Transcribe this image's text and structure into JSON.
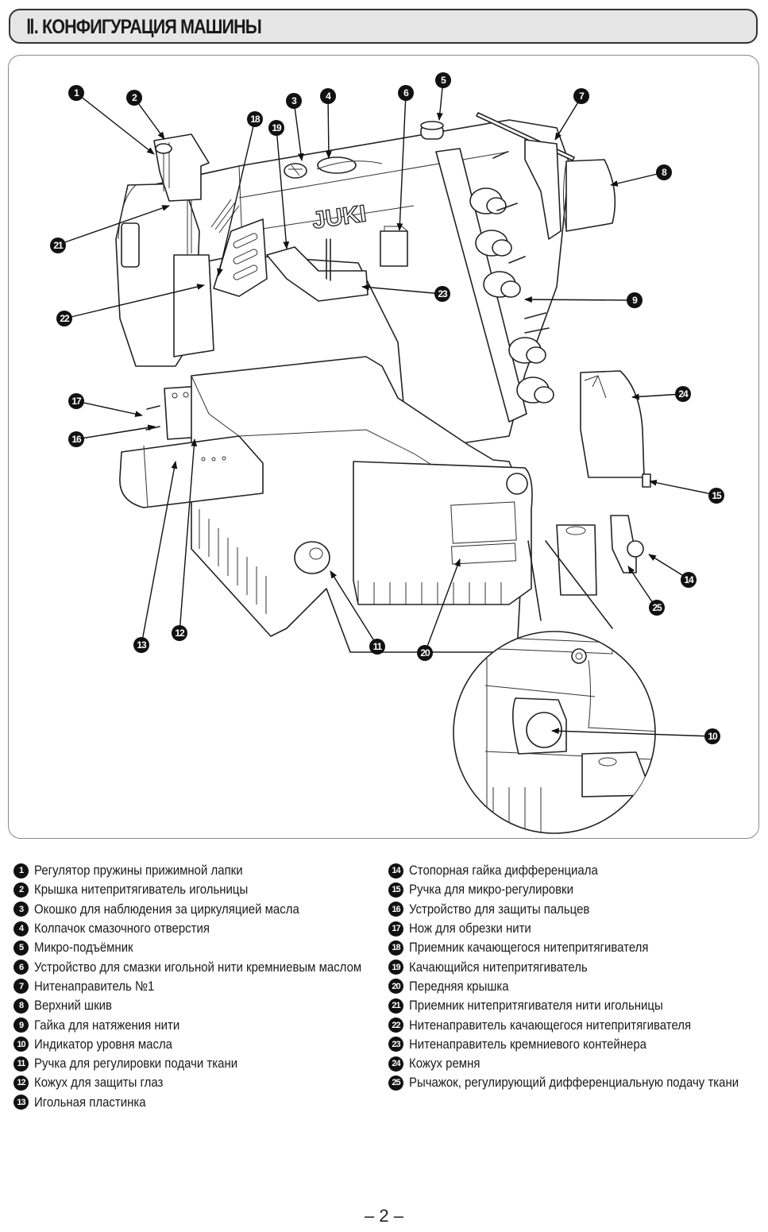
{
  "header": {
    "title": "Ⅱ. КОНФИГУРАЦИЯ МАШИНЫ"
  },
  "figure": {
    "brand_logo": "JUKI",
    "callouts": [
      "1",
      "2",
      "3",
      "4",
      "5",
      "6",
      "7",
      "8",
      "9",
      "10",
      "11",
      "12",
      "13",
      "14",
      "15",
      "16",
      "17",
      "18",
      "19",
      "20",
      "21",
      "22",
      "23",
      "24",
      "25"
    ]
  },
  "legend": {
    "left": [
      {
        "num": "1",
        "text": "Регулятор пружины прижимной лапки"
      },
      {
        "num": "2",
        "text": "Крышка нитепритягиватель игольницы"
      },
      {
        "num": "3",
        "text": "Окошко для наблюдения за циркуляцией масла"
      },
      {
        "num": "4",
        "text": "Колпачок смазочного отверстия"
      },
      {
        "num": "5",
        "text": "Микро-подъёмник"
      },
      {
        "num": "6",
        "text": "Устройство для смазки игольной нити кремниевым маслом"
      },
      {
        "num": "7",
        "text": "Нитенаправитель №1"
      },
      {
        "num": "8",
        "text": "Верхний шкив"
      },
      {
        "num": "9",
        "text": "Гайка для натяжения нити"
      },
      {
        "num": "10",
        "text": "Индикатор уровня масла"
      },
      {
        "num": "11",
        "text": "Ручка для регулировки подачи ткани"
      },
      {
        "num": "12",
        "text": "Кожух для защиты глаз"
      },
      {
        "num": "13",
        "text": "Игольная пластинка"
      }
    ],
    "right": [
      {
        "num": "14",
        "text": "Стопорная гайка дифференциала"
      },
      {
        "num": "15",
        "text": "Ручка для микро-регулировки"
      },
      {
        "num": "16",
        "text": "Устройство для защиты пальцев"
      },
      {
        "num": "17",
        "text": "Нож для обрезки нити"
      },
      {
        "num": "18",
        "text": "Приемник качающегося нитепритягивателя"
      },
      {
        "num": "19",
        "text": "Качающийся нитепритягиватель"
      },
      {
        "num": "20",
        "text": "Передняя крышка"
      },
      {
        "num": "21",
        "text": "Приемник нитепритягивателя нити игольницы"
      },
      {
        "num": "22",
        "text": "Нитенаправитель качающегося нитепритягивателя"
      },
      {
        "num": "23",
        "text": "Нитенаправитель кремниевого контейнера"
      },
      {
        "num": "24",
        "text": "Кожух ремня"
      },
      {
        "num": "25",
        "text": "Рычажок, регулирующий дифференциальную подачу ткани"
      }
    ]
  },
  "footer": {
    "page_number": "– 2 –"
  }
}
